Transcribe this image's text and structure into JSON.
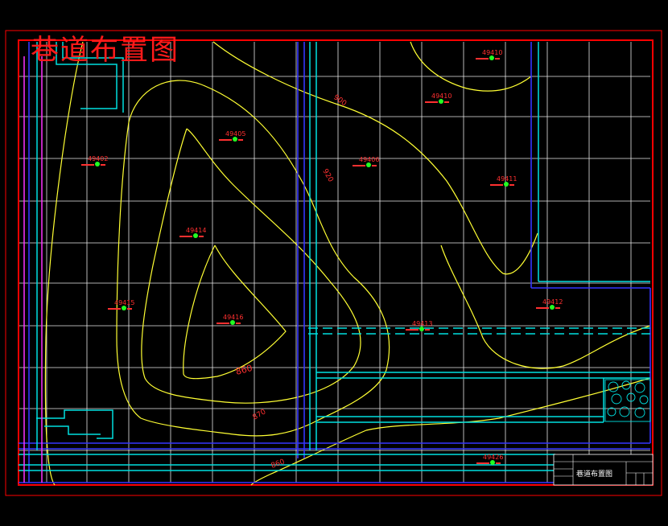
{
  "drawing": {
    "title": "巷道布置图",
    "colors": {
      "background": "#000000",
      "frame": "#ff0000",
      "grid": "#ffffff",
      "contour": "#ffff00",
      "tunnel_blue": "#3030ff",
      "tunnel_cyan": "#00e5e5",
      "magenta": "#ff00ff",
      "borehole": "#00ff00",
      "label_red": "#ff2020"
    },
    "boreholes": [
      {
        "id": "49410"
      },
      {
        "id": "49410"
      },
      {
        "id": "49405"
      },
      {
        "id": "49402"
      },
      {
        "id": "49406"
      },
      {
        "id": "49411"
      },
      {
        "id": "49414"
      },
      {
        "id": "49415"
      },
      {
        "id": "49416"
      },
      {
        "id": "49413"
      },
      {
        "id": "49412"
      },
      {
        "id": "49426"
      }
    ],
    "contour_labels": [
      {
        "text": "900"
      },
      {
        "text": "920"
      },
      {
        "text": "860"
      },
      {
        "text": "870"
      },
      {
        "text": "860"
      }
    ],
    "title_block": {
      "drawing_name": "巷道布置图"
    }
  }
}
